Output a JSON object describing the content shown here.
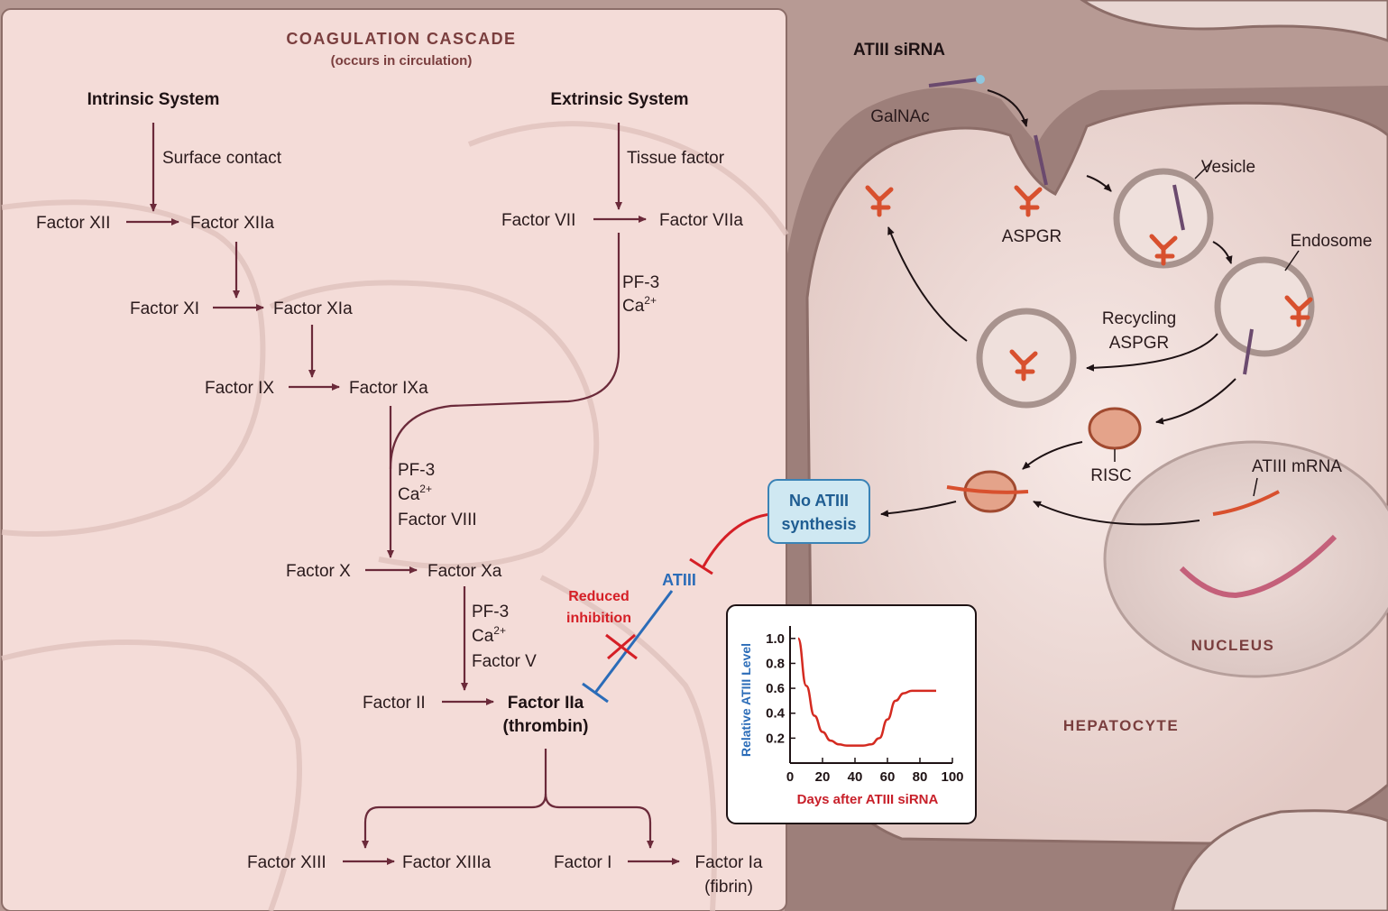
{
  "cascade": {
    "title": "COAGULATION CASCADE",
    "subtitle": "(occurs in circulation)",
    "intrinsic": "Intrinsic System",
    "extrinsic": "Extrinsic System",
    "surface_contact": "Surface contact",
    "tissue_factor": "Tissue factor",
    "f12": "Factor XII",
    "f12a": "Factor XIIa",
    "f7": "Factor VII",
    "f7a": "Factor VIIa",
    "f11": "Factor XI",
    "f11a": "Factor XIa",
    "f9": "Factor IX",
    "f9a": "Factor IXa",
    "pf3_a": "PF-3",
    "ca_a": "Ca",
    "sup": "2+",
    "pf3_b": "PF-3",
    "ca_b": "Ca",
    "f8": "Factor VIII",
    "f10": "Factor X",
    "f10a": "Factor Xa",
    "pf3_c": "PF-3",
    "ca_c": "Ca",
    "f5": "Factor V",
    "f2": "Factor II",
    "f2a": "Factor IIa",
    "thrombin": "(thrombin)",
    "f13": "Factor XIII",
    "f13a": "Factor XIIIa",
    "f1": "Factor I",
    "f1a": "Factor Ia",
    "fibrin": "(fibrin)",
    "reduced1": "Reduced",
    "reduced2": "inhibition",
    "atiii": "ATIII"
  },
  "hepatocyte": {
    "sirna": "ATIII siRNA",
    "galnac": "GalNAc",
    "aspgr": "ASPGR",
    "vesicle": "Vesicle",
    "endosome": "Endosome",
    "recycling1": "Recycling",
    "recycling2": "ASPGR",
    "risc": "RISC",
    "mrna": "ATIII mRNA",
    "nucleus": "NUCLEUS",
    "hepatocyte": "HEPATOCYTE",
    "no_synth1": "No ATIII",
    "no_synth2": "synthesis"
  },
  "colors": {
    "panel": "#f4dcd8",
    "arrow": "#6b2a3a",
    "inhibit_red": "#d51f26",
    "atiii_blue": "#2b6cb8",
    "box_fill": "#cfe8f2",
    "curve": "#d42a20"
  },
  "chart_data": {
    "type": "line",
    "xlabel": "Days after ATIII siRNA",
    "ylabel": "Relative ATIII Level",
    "xlim": [
      0,
      100
    ],
    "ylim": [
      0,
      1.1
    ],
    "xticks": [
      "0",
      "20",
      "40",
      "60",
      "80",
      "100"
    ],
    "yticks": [
      "0.2",
      "0.4",
      "0.6",
      "0.8",
      "1.0"
    ],
    "x": [
      5,
      10,
      15,
      20,
      25,
      30,
      35,
      40,
      45,
      50,
      55,
      60,
      65,
      70,
      75,
      80,
      85,
      90
    ],
    "values": [
      1.0,
      0.62,
      0.38,
      0.25,
      0.18,
      0.15,
      0.14,
      0.14,
      0.14,
      0.15,
      0.2,
      0.35,
      0.5,
      0.56,
      0.58,
      0.58,
      0.58,
      0.58
    ]
  }
}
